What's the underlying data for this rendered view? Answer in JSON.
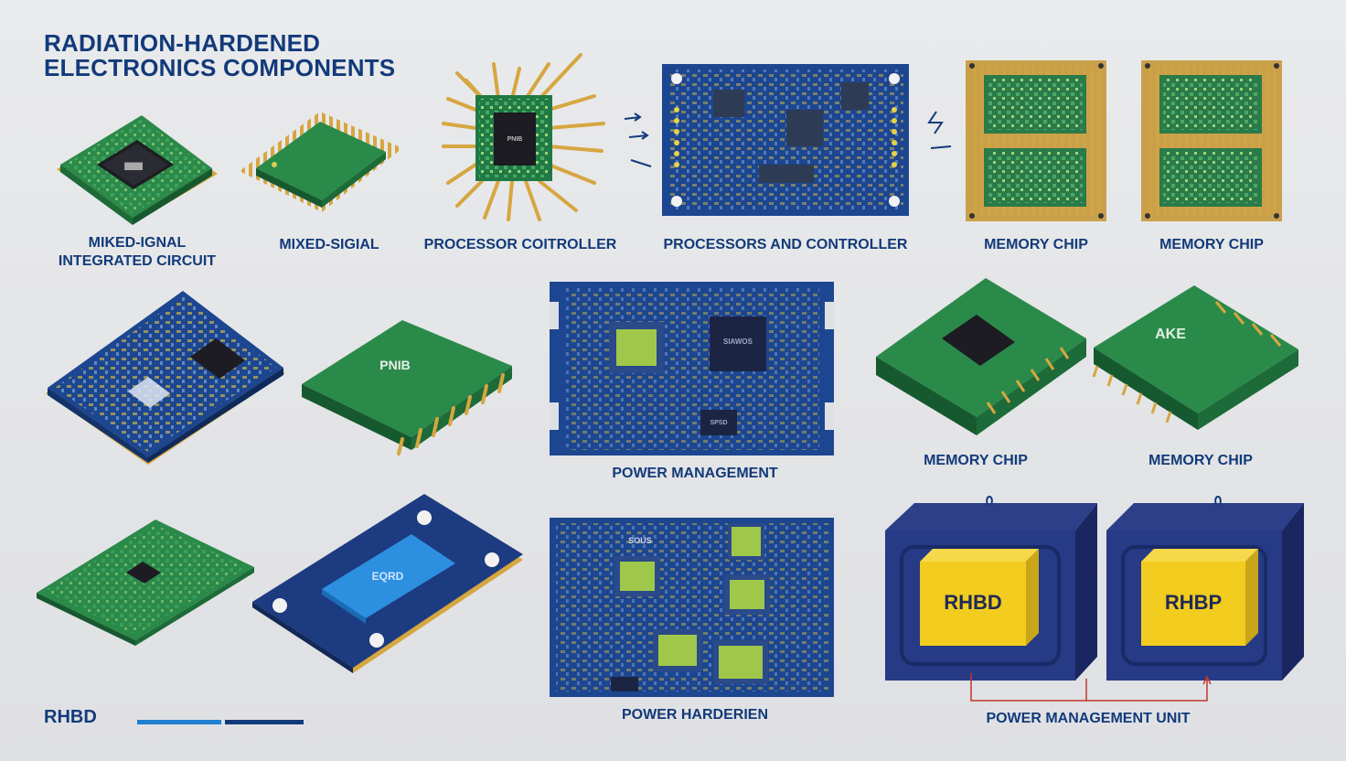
{
  "title": {
    "line1": "RADIATION-HARDENED",
    "line2": "ELECTRONICS COMPONENTS"
  },
  "labels": {
    "mixed_signal_ic_1": "MIKED-IGNAL",
    "mixed_signal_ic_2": "INTEGRATED CIRCUIT",
    "mixed_signal": "MIXED-SIGIAL",
    "processor_controller": "PROCESSOR COITROLLER",
    "processors_and_controller": "PROCESSORS AND CONTROLLER",
    "memory_chip_1": "MEMORY CHIP",
    "memory_chip_2": "MEMORY CHIP",
    "power_management": "POWER MANAGEMENT",
    "memory_chip_3": "MEMORY CHIP",
    "memory_chip_4": "MEMORY CHIP",
    "power_hardener": "POWER HARDERIEN",
    "power_management_unit": "POWER MANAGEMENT UNIT"
  },
  "chip_marks": {
    "module_mark": "PNIB",
    "blue_chip_mark": "SOUS",
    "cpu_mark": "SIAWOS",
    "soc_mark": "SPSD",
    "memory_mark": "AKE",
    "rhbd_box_1": "RHBD",
    "rhbd_box_2": "RHBP",
    "blue_mod_mark": "EQRD"
  },
  "footer": {
    "brand": "RHBD"
  },
  "colors": {
    "navy": "#123a7a",
    "pcb_blue": "#1d4690",
    "pcb_green": "#2a8a4a",
    "gold": "#d6a640",
    "yellow": "#f2cc1e",
    "accent_blue": "#1f7fd0"
  }
}
